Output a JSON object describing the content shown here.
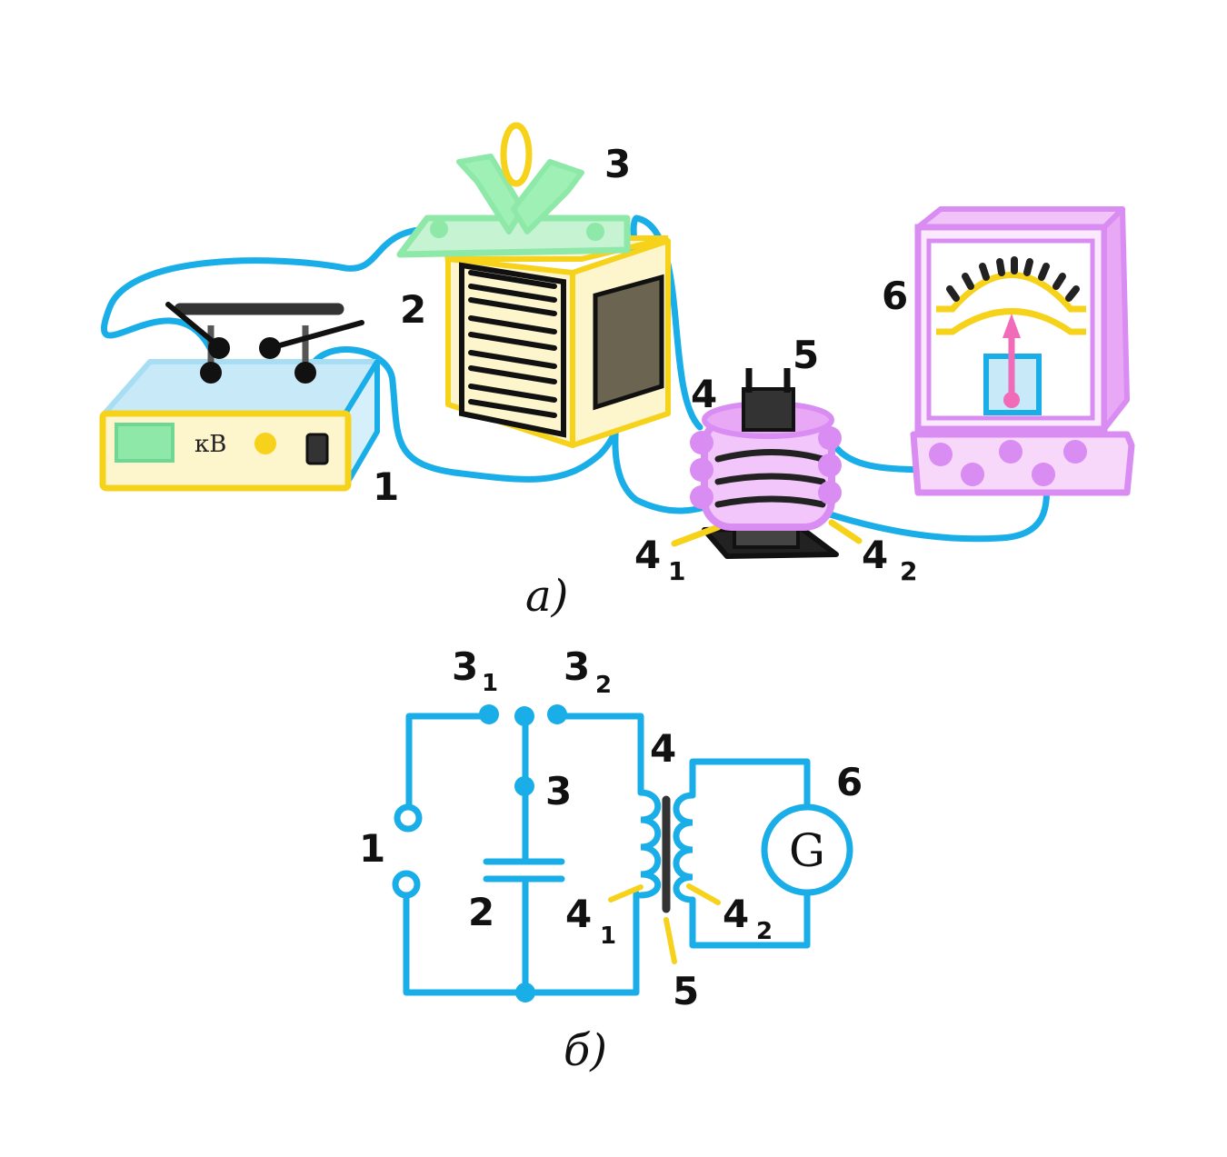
{
  "figure_a": {
    "caption": "а)",
    "device_display": "кВ",
    "labels": {
      "source": "1",
      "capacitor": "2",
      "spark_gap": "3",
      "coil": "4",
      "core": "5",
      "galvanometer": "6",
      "lead1_main": "4",
      "lead1_sub": "1",
      "lead2_main": "4",
      "lead2_sub": "2"
    }
  },
  "figure_b": {
    "caption": "б)",
    "galvanometer_symbol": "G",
    "labels": {
      "source": "1",
      "capacitor": "2",
      "gap_center": "3",
      "gap_left_main": "3",
      "gap_left_sub": "1",
      "gap_right_main": "3",
      "gap_right_sub": "2",
      "coil": "4",
      "core": "5",
      "galvanometer": "6",
      "lead1_main": "4",
      "lead1_sub": "1",
      "lead2_main": "4",
      "lead2_sub": "2"
    }
  },
  "colors": {
    "wire": "#1aaee8",
    "yellow": "#f6d21a",
    "green": "#8ee8a8",
    "violet": "#d98cf2",
    "pink": "#f06bb8",
    "dark": "#222222"
  }
}
